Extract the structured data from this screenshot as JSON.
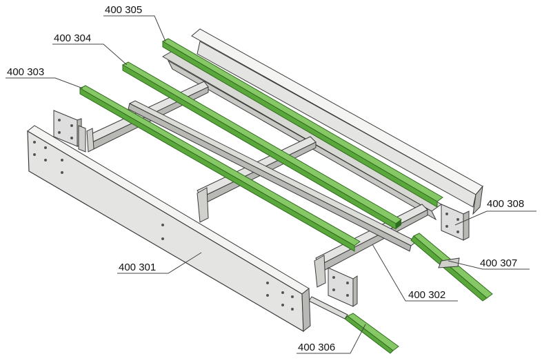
{
  "colors": {
    "steel_face": "#e4e4e2",
    "steel_light": "#f4f4f2",
    "steel_shadow": "#b8b8b4",
    "steel_edge": "#3a3a3a",
    "rail_green": "#5aa83c",
    "rail_green_light": "#86c866",
    "rail_green_dark": "#2f6b1e",
    "callout_line": "#444444",
    "label_text": "#111111"
  },
  "callouts": [
    {
      "id": "c305",
      "label": "400 305"
    },
    {
      "id": "c304",
      "label": "400 304"
    },
    {
      "id": "c303",
      "label": "400 303"
    },
    {
      "id": "c308",
      "label": "400 308"
    },
    {
      "id": "c307",
      "label": "400 307"
    },
    {
      "id": "c301",
      "label": "400 301"
    },
    {
      "id": "c302",
      "label": "400 302"
    },
    {
      "id": "c306",
      "label": "400 306"
    }
  ]
}
